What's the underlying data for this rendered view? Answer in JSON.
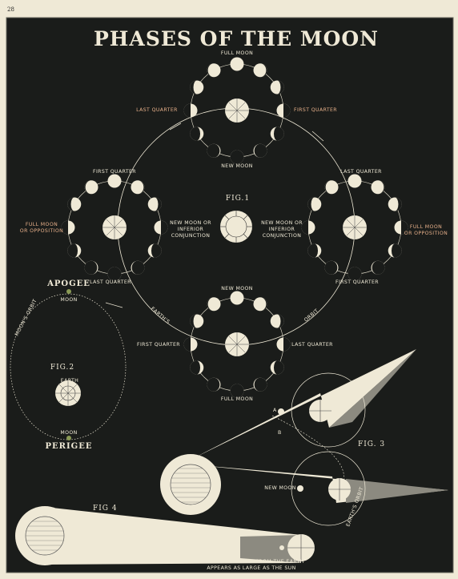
{
  "page_number": "28",
  "title": "PHASES OF THE MOON",
  "fig1": {
    "label": "FIG.1",
    "earths_orbit_left": "EARTH'S",
    "earths_orbit_right": "ORBIT",
    "top": {
      "full_moon": "FULL MOON",
      "last_quarter": "LAST QUARTER",
      "first_quarter": "FIRST QUARTER",
      "new_moon": "NEW MOON"
    },
    "left": {
      "first_quarter": "FIRST QUARTER",
      "full_line1": "FULL MOON",
      "full_line2": "OR OPPOSITION",
      "new_line1": "NEW MOON OR",
      "new_line2": "INFERIOR",
      "new_line3": "CONJUNCTION",
      "last_quarter": "LAST QUARTER"
    },
    "right": {
      "last_quarter": "LAST QUARTER",
      "new_line1": "NEW MOON OR",
      "new_line2": "INFERIOR",
      "new_line3": "CONJUNCTION",
      "full_line1": "FULL MOON",
      "full_line2": "OR OPPOSITION",
      "first_quarter": "FIRST QUARTER"
    },
    "bottom": {
      "new_moon": "NEW MOON",
      "first_quarter": "FIRST QUARTER",
      "last_quarter": "LAST QUARTER",
      "full_moon": "FULL MOON"
    }
  },
  "fig2": {
    "label": "FIG.2",
    "apogee": "APOGEE",
    "perigee": "PERIGEE",
    "moon_top": "MOON",
    "moon_bottom": "MOON",
    "earth": "EARTH",
    "orbit": "MOON'S ORBIT"
  },
  "fig3": {
    "label": "FIG. 3",
    "new_moon": "NEW MOON",
    "marker_a": "A",
    "marker_b": "B",
    "orbit": "EARTH'S ORBIT"
  },
  "fig4": {
    "label": "FIG 4",
    "caption_line1": "THE MOON AS SEEN FROM THE EARTH",
    "caption_line2": "APPEARS AS LARGE AS THE SUN"
  },
  "colors": {
    "sky": "#1a1c1a",
    "paper": "#efe9d6",
    "ink": "#efe9d6",
    "accent": "#e7b08a"
  }
}
